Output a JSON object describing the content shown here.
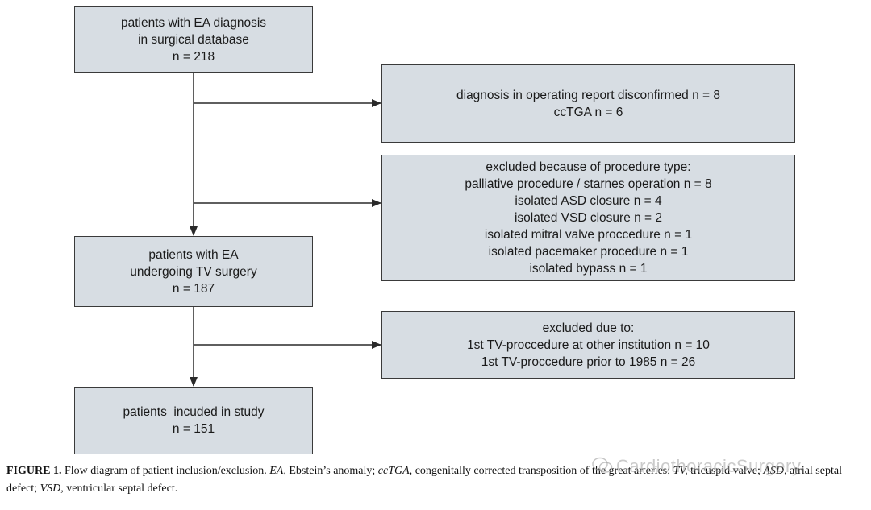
{
  "boxes": {
    "ea_diagnosis": [
      "patients with EA diagnosis",
      "in surgical database",
      "n = 218"
    ],
    "disconfirmed": [
      "diagnosis in operating report disconfirmed n = 8",
      "ccTGA n = 6"
    ],
    "procedure_excluded": [
      "excluded because of procedure type:",
      "palliative procedure / starnes operation n = 8",
      "isolated ASD closure n = 4",
      "isolated VSD closure n = 2",
      "isolated mitral valve proccedure n = 1",
      "isolated pacemaker procedure n = 1",
      "isolated bypass n = 1"
    ],
    "tv_surgery": [
      "patients with EA",
      "undergoing TV surgery",
      "n = 187"
    ],
    "excluded_due": [
      "excluded due to:",
      "1st TV-proccedure at other institution n = 10",
      "1st TV-proccedure prior to 1985 n = 26"
    ],
    "included": [
      "patients  incuded in study",
      "n = 151"
    ]
  },
  "caption": {
    "label": "FIGURE 1.",
    "parts": [
      {
        "t": " Flow diagram of patient inclusion/exclusion. ",
        "i": false
      },
      {
        "t": "EA,",
        "i": true
      },
      {
        "t": " Ebstein’s anomaly; ",
        "i": false
      },
      {
        "t": "ccTGA,",
        "i": true
      },
      {
        "t": " congenitally corrected transposition of the great arteries; ",
        "i": false
      },
      {
        "t": "TV,",
        "i": true
      },
      {
        "t": " tricuspid valve; ",
        "i": false
      },
      {
        "t": "ASD,",
        "i": true
      },
      {
        "t": " atrial septal defect; ",
        "i": false
      },
      {
        "t": "VSD,",
        "i": true
      },
      {
        "t": " ventricular septal defect.",
        "i": false
      }
    ]
  },
  "watermark": "CardiothoracicSurgery",
  "colors": {
    "box_fill": "#d7dde3",
    "border": "#3a3a3a",
    "arrow": "#2a2a2a"
  }
}
